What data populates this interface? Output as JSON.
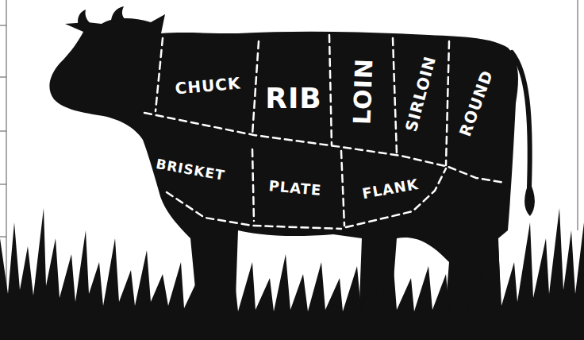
{
  "diagram": {
    "labels": [
      "CHUCK",
      "RIB",
      "LOIN",
      "SIRLOIN",
      "ROUND",
      "BRISKET",
      "PLATE",
      "FLANK"
    ]
  }
}
